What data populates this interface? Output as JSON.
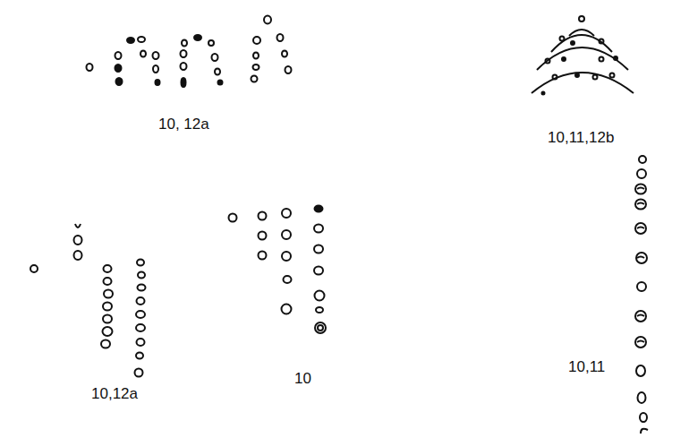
{
  "diagram": {
    "labels": [
      "10, 12a",
      "10,11,12b",
      "10,12a",
      "10",
      "10,11"
    ]
  }
}
